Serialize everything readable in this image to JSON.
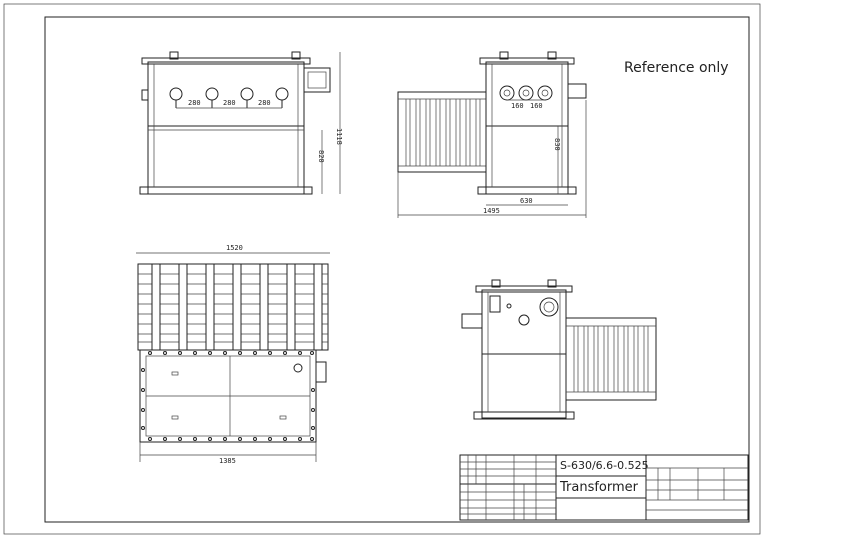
{
  "note": "Reference only",
  "title_block": {
    "model": "S-630/6.6-0.525",
    "name": "Transformer"
  },
  "front_view": {
    "spacings": [
      "280",
      "280",
      "280"
    ],
    "total_height": "1118",
    "tank_height": "820"
  },
  "side_view": {
    "spacings": [
      "160",
      "160"
    ],
    "tank_height": "830",
    "tank_width": "630",
    "overall_width": "1495"
  },
  "top_view": {
    "overall_length": "1520",
    "base_length": "1385"
  }
}
